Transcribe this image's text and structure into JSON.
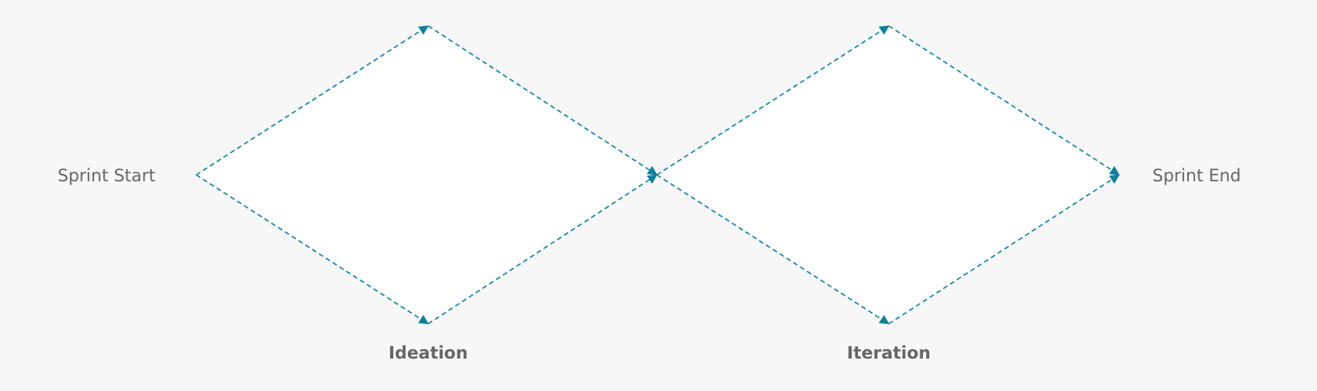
{
  "diagram": {
    "start_label": "Sprint Start",
    "end_label": "Sprint End",
    "phases": [
      {
        "label": "Ideation"
      },
      {
        "label": "Iteration"
      }
    ],
    "colors": {
      "background": "#f7f7f7",
      "diamond_fill": "#ffffff",
      "arrow": "#0e7f9b",
      "text": "#666666"
    }
  }
}
